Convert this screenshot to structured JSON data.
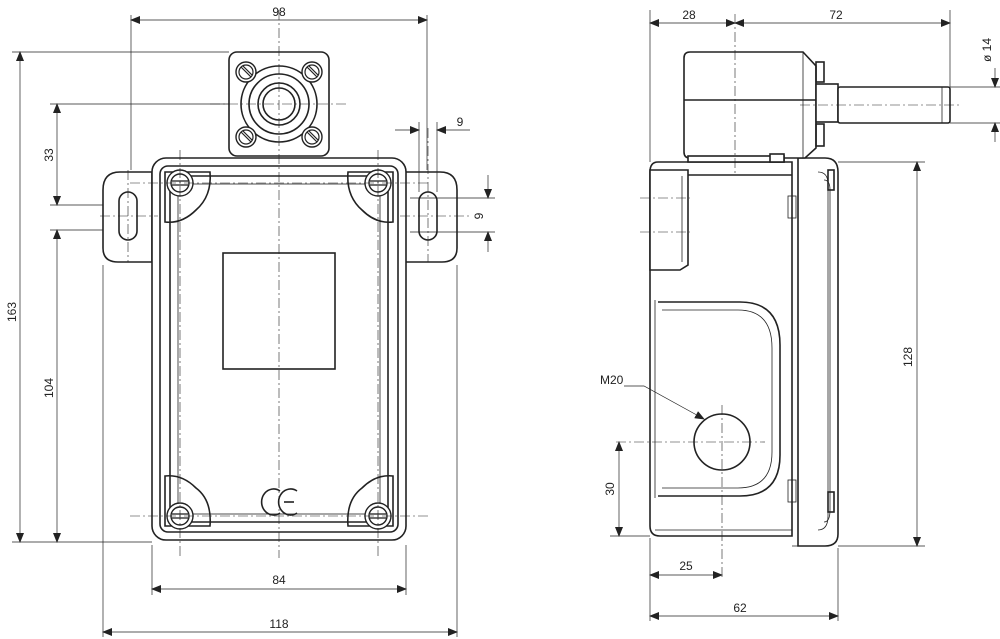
{
  "front_view": {
    "dimensions": {
      "width_top": "98",
      "slot_width": "9",
      "slot_height": "9",
      "head_offset": "33",
      "total_height": "163",
      "body_height": "104",
      "body_width": "84",
      "flange_width": "118"
    },
    "ce_mark": "CE"
  },
  "side_view": {
    "dimensions": {
      "head_depth": "28",
      "shaft_length": "72",
      "shaft_diameter": "ø 14",
      "body_height": "128",
      "conduit_height": "30",
      "conduit_offset": "25",
      "total_depth": "62"
    },
    "conduit_label": "M20"
  }
}
